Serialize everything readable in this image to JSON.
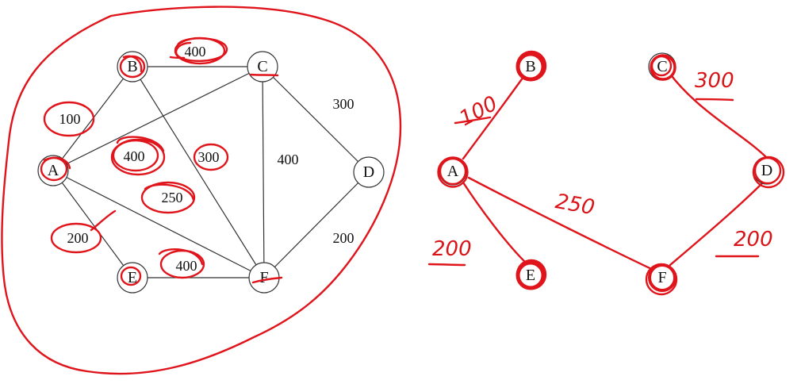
{
  "colors": {
    "ink": "#e0141b",
    "line": "#333333"
  },
  "left_graph": {
    "nodes": [
      "A",
      "B",
      "C",
      "D",
      "E",
      "F"
    ],
    "edges": [
      {
        "from": "A",
        "to": "B",
        "weight": "100"
      },
      {
        "from": "B",
        "to": "C",
        "weight": "400"
      },
      {
        "from": "A",
        "to": "C",
        "weight": "400"
      },
      {
        "from": "B",
        "to": "F",
        "weight": "300"
      },
      {
        "from": "A",
        "to": "F",
        "weight": "250"
      },
      {
        "from": "A",
        "to": "E",
        "weight": "200"
      },
      {
        "from": "C",
        "to": "F",
        "weight": "400"
      },
      {
        "from": "C",
        "to": "D",
        "weight": "300"
      },
      {
        "from": "E",
        "to": "F",
        "weight": "400"
      },
      {
        "from": "F",
        "to": "D",
        "weight": "200"
      }
    ]
  },
  "right_tree": {
    "nodes": [
      "A",
      "B",
      "C",
      "D",
      "E",
      "F"
    ],
    "edges": [
      {
        "from": "A",
        "to": "B",
        "weight": "100"
      },
      {
        "from": "A",
        "to": "E",
        "weight": "200"
      },
      {
        "from": "A",
        "to": "F",
        "weight": "250"
      },
      {
        "from": "C",
        "to": "D",
        "weight": "300"
      },
      {
        "from": "F",
        "to": "D",
        "weight": "200"
      }
    ]
  }
}
